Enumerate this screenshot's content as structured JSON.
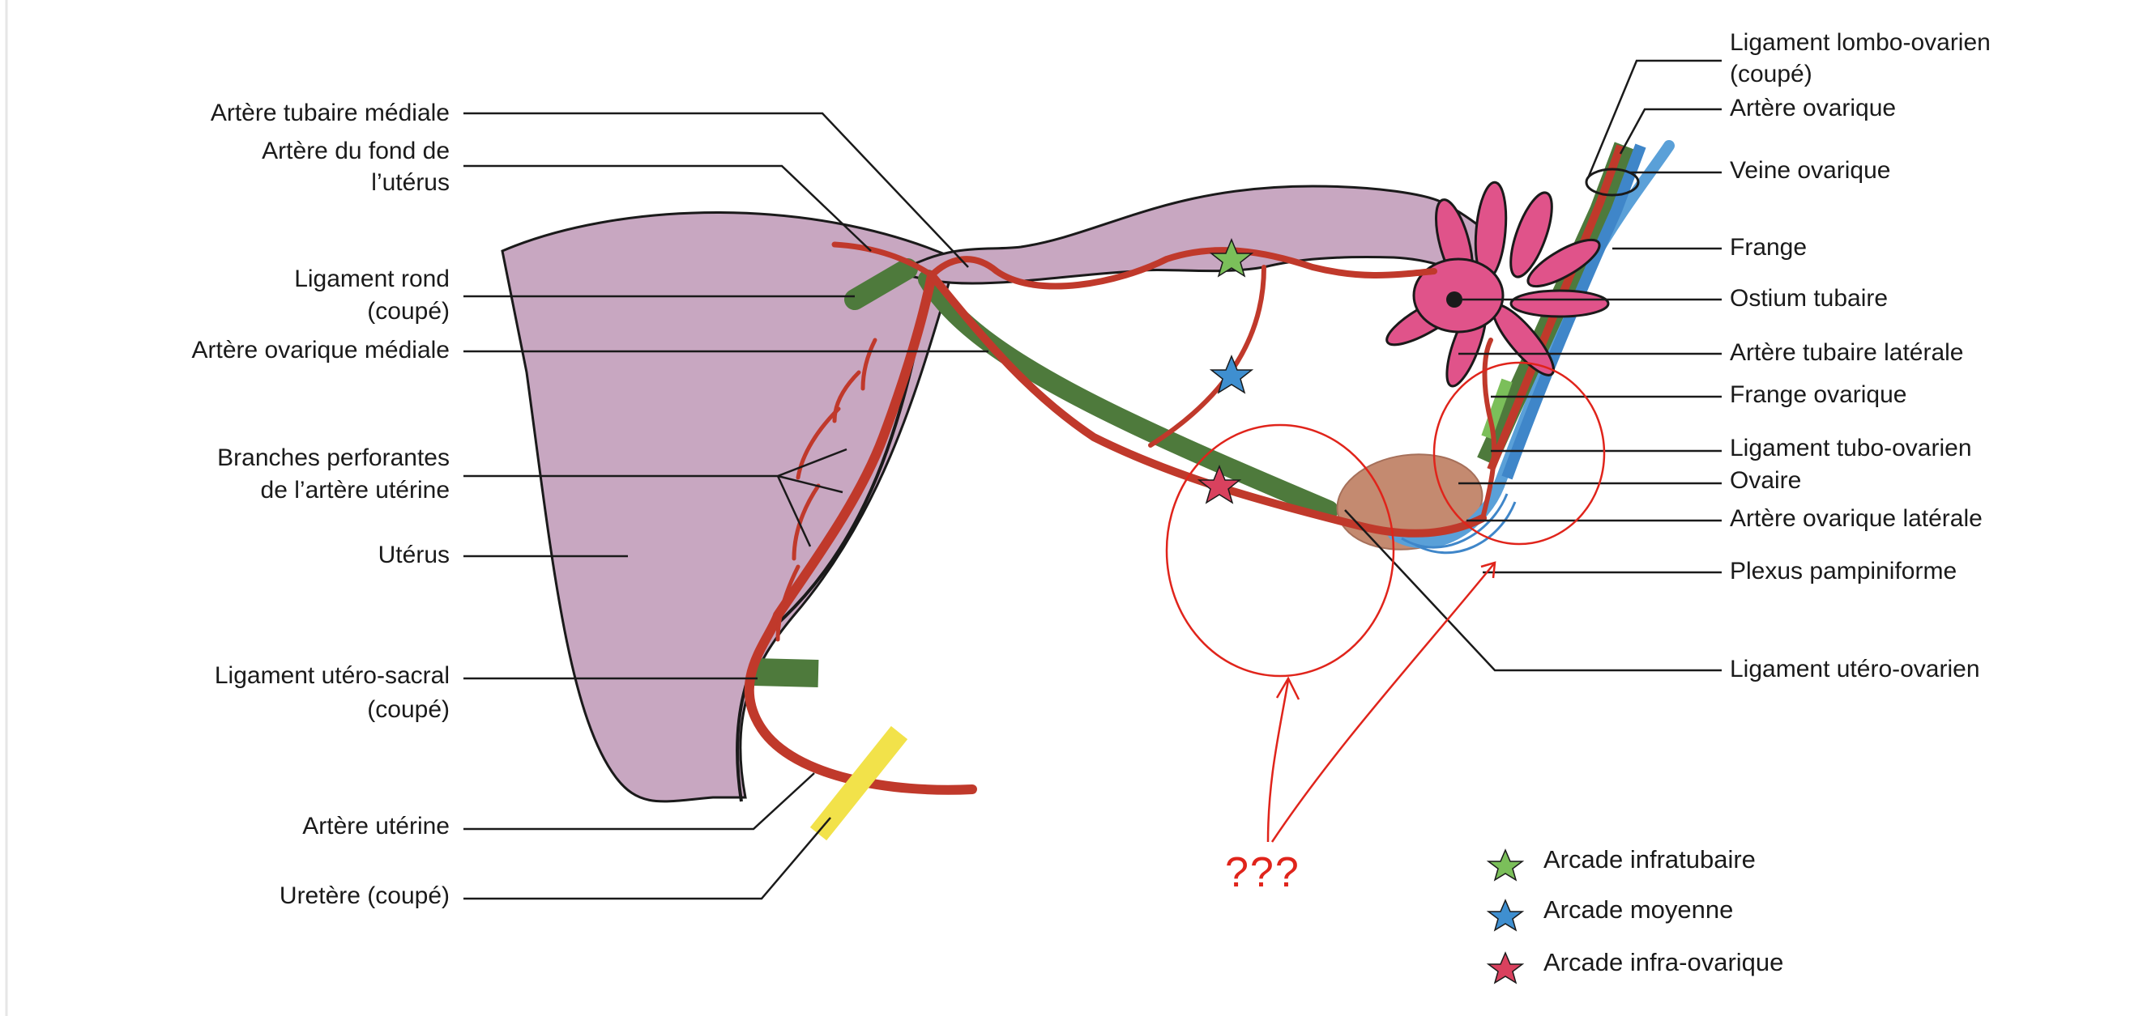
{
  "labels_left": {
    "arteretubairemediale": "Artère tubaire médiale",
    "arteredufond_l1": "Artère du fond de",
    "arteredufond_l2": "l’utérus",
    "ligamentrond_l1": "Ligament rond",
    "ligamentrond_l2": "(coupé)",
    "arteremedialeovarique": "Artère ovarique médiale",
    "branches_l1": "Branches perforantes",
    "branches_l2": "de l’artère utérine",
    "uterus": "Utérus",
    "uterosacral_l1": "Ligament utéro-sacral",
    "uterosacral_l2": "(coupé)",
    "artereuterine": "Artère utérine",
    "uretere": "Uretère (coupé)"
  },
  "labels_right": {
    "lomboovarien_l1": "Ligament lombo-ovarien",
    "lomboovarien_l2": "(coupé)",
    "artereovarique": "Artère ovarique",
    "veineovarique": "Veine ovarique",
    "frange": "Frange",
    "ostium": "Ostium tubaire",
    "arteretubairelaterale": "Artère tubaire latérale",
    "frangeovarique": "Frange ovarique",
    "tuboovarien": "Ligament tubo-ovarien",
    "ovaire": "Ovaire",
    "artereovariquelaterale": "Artère ovarique latérale",
    "plexus": "Plexus pampiniforme",
    "uteroovarien": "Ligament utéro-ovarien"
  },
  "legend": [
    {
      "label": "Arcade infratubaire",
      "color": "#7bbf5a",
      "icon": "green-star-icon"
    },
    {
      "label": "Arcade moyenne",
      "color": "#3f8fd0",
      "icon": "blue-star-icon"
    },
    {
      "label": "Arcade infra-ovarique",
      "color": "#d9415e",
      "icon": "pink-star-icon"
    }
  ],
  "annotation": {
    "question": "???",
    "color": "#e0241b"
  },
  "colors": {
    "uterus": "#c8a7c1",
    "artery": "#c0392b",
    "ligament": "#4e7a3c",
    "fimbria": "#e0538a",
    "ovary": "#c48a70",
    "vein": "#3f86c9",
    "ureter": "#f2e24a"
  }
}
